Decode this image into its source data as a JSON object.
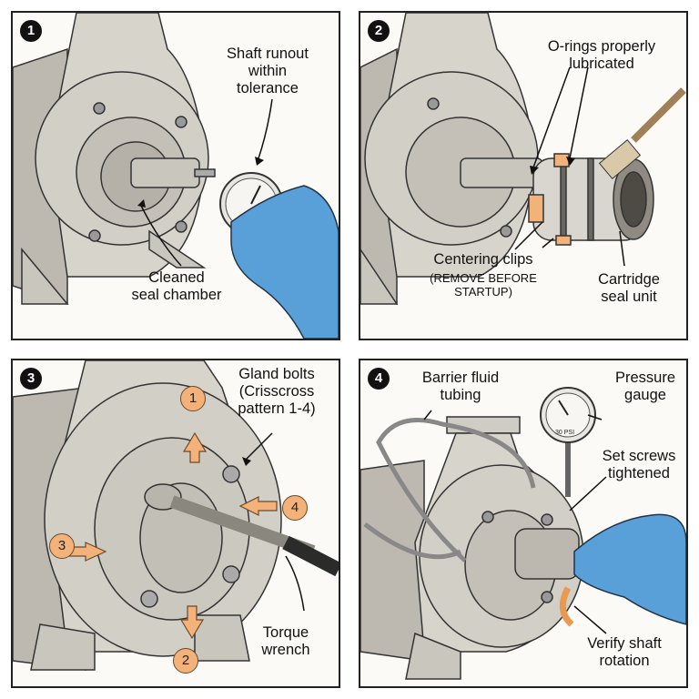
{
  "panels": [
    {
      "number": "1",
      "labels": {
        "runout": "Shaft runout\nwithin\ntolerance",
        "chamber": "Cleaned\nseal chamber"
      }
    },
    {
      "number": "2",
      "labels": {
        "orings": "O-rings properly\nlubricated",
        "clips": "Centering clips",
        "clips_note": "(REMOVE BEFORE\nSTARTUP)",
        "cartridge": "Cartridge\nseal unit"
      }
    },
    {
      "number": "3",
      "labels": {
        "gland": "Gland bolts\n(Crisscross\npattern 1-4)",
        "wrench": "Torque\nwrench"
      },
      "sequence_badges": [
        "1",
        "2",
        "3",
        "4"
      ]
    },
    {
      "number": "4",
      "labels": {
        "barrier": "Barrier fluid\ntubing",
        "pressure": "Pressure\ngauge",
        "setscrews": "Set screws\ntightened",
        "rotation": "Verify shaft\nrotation",
        "gauge_readout": "30 PSI"
      }
    }
  ],
  "colors": {
    "metal": "#cfccc4",
    "metal_dark": "#8f8b82",
    "glove": "#5aa0d8",
    "accent_orange": "#f2b27a",
    "outline": "#333333"
  }
}
